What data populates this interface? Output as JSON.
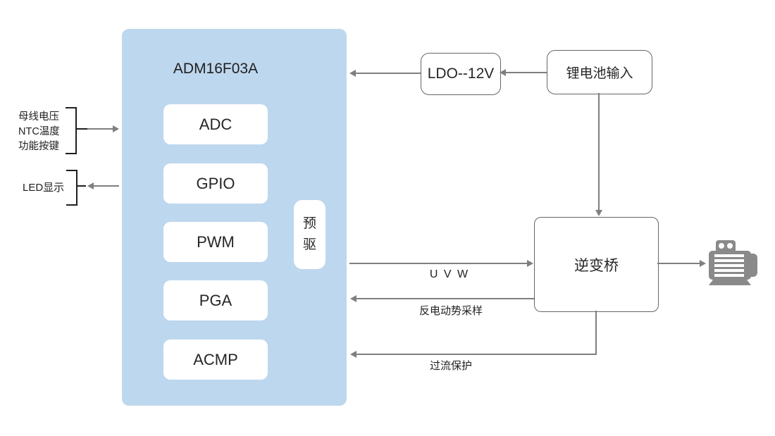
{
  "mcu": {
    "title": "ADM16F03A",
    "blocks": [
      "ADC",
      "GPIO",
      "PWM",
      "PGA",
      "ACMP"
    ],
    "predriver_chars": [
      "预",
      "驱"
    ]
  },
  "left": {
    "input_lines": [
      "母线电压",
      "NTC温度",
      "功能按键"
    ],
    "led_label": "LED显示"
  },
  "power": {
    "ldo_label": "LDO--12V",
    "battery_label": "锂电池输入"
  },
  "inverter_label": "逆变桥",
  "flows": {
    "uvw_label": "U V W",
    "bemf_label": "反电动势采样",
    "ocp_label": "过流保护"
  },
  "icons": {
    "motor": "motor-icon"
  },
  "colors": {
    "mcu_fill": "#BDD7EE",
    "arrow": "#7F7F7F",
    "box_border": "#666666",
    "text": "#1F1F1F",
    "motor": "#8A8A8A"
  }
}
